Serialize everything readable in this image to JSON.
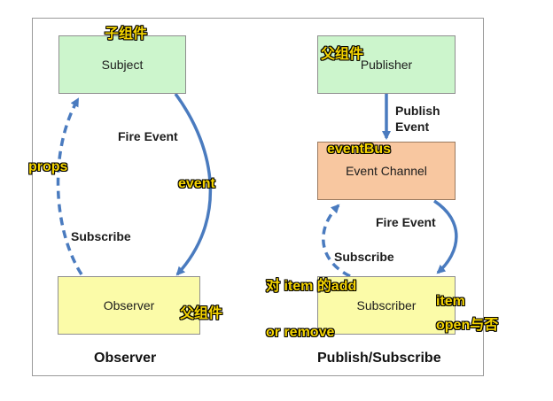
{
  "observer_side": {
    "subject_box": "Subject",
    "observer_box": "Observer",
    "fire_event_label": "Fire Event",
    "subscribe_label": "Subscribe",
    "caption": "Observer"
  },
  "pubsub_side": {
    "publisher_box": "Publisher",
    "event_channel_box": "Event Channel",
    "subscriber_box": "Subscriber",
    "publish_event_label_line1": "Publish",
    "publish_event_label_line2": "Event",
    "fire_event_label": "Fire Event",
    "subscribe_label": "Subscribe",
    "caption": "Publish/Subscribe"
  },
  "annotations": {
    "subject_note": "子组件",
    "observer_note": "父组件",
    "props_note": "props",
    "event_note": "event",
    "publisher_note": "父组件",
    "eventbus_note": "eventBus",
    "subscriber_note_line1": "对 item 的add",
    "subscriber_note_line2": "or remove",
    "item_note_line1": "item",
    "item_note_line2": "open与否"
  },
  "colors": {
    "arrow": "#4a7bbf",
    "note_text": "#f5d400",
    "box_green": "#ccf5cc",
    "box_yellow": "#fbfba8",
    "box_orange": "#f8c7a0"
  }
}
